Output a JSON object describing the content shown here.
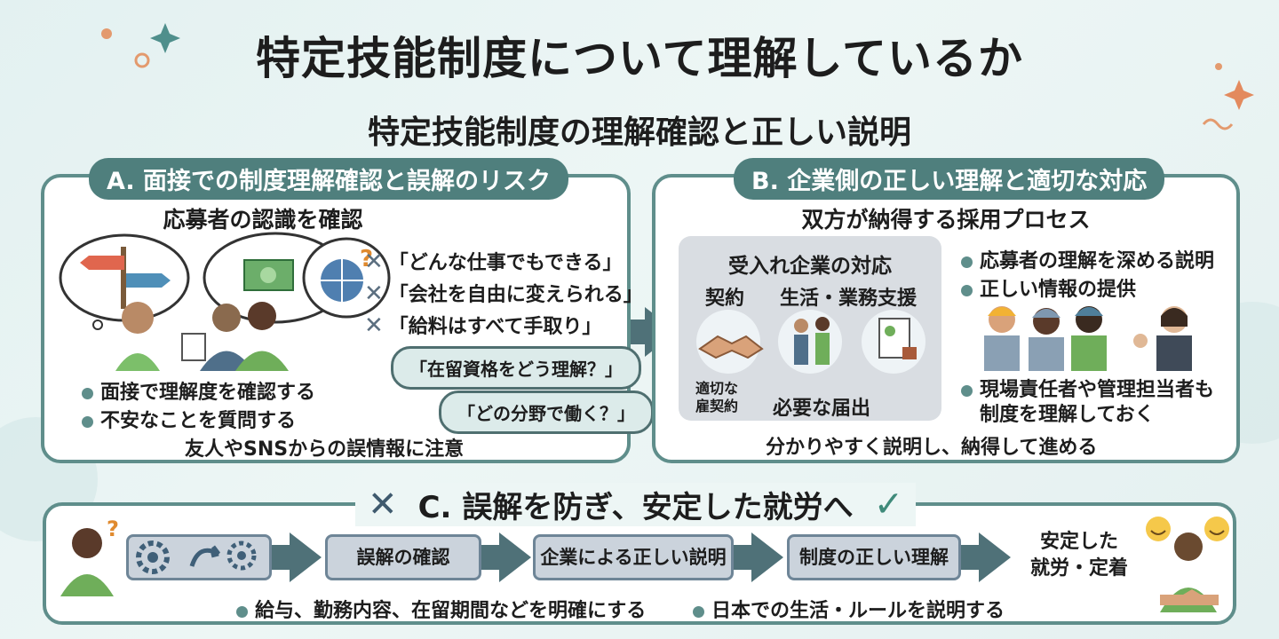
{
  "header": {
    "title": "特定技能制度について理解しているか",
    "subtitle": "特定技能制度の理解確認と正しい説明"
  },
  "section_a": {
    "tag": "A. 面接での制度理解確認と誤解のリスク",
    "heading": "応募者の認識を確認",
    "misconceptions": [
      "「どんな仕事でもできる」",
      "「会社を自由に変えられる」",
      "「給料はすべて手取り」"
    ],
    "questions": [
      "「在留資格をどう理解？」",
      "「どの分野で働く？」"
    ],
    "bullets": [
      "面接で理解度を確認する",
      "不安なことを質問する"
    ],
    "footer": "友人やSNSからの誤情報に注意"
  },
  "section_b": {
    "tag": "B. 企業側の正しい理解と適切な対応",
    "heading": "双方が納得する採用プロセス",
    "company_box": {
      "title": "受入れ企業の対応",
      "label_contract": "契約",
      "label_support": "生活・業務支援",
      "caption_contract_1": "適切な",
      "caption_contract_2": "雇契約",
      "caption_filing": "必要な届出"
    },
    "bullets": [
      "応募者の理解を深める説明",
      "正しい情報の提供"
    ],
    "bullet_staff_1": "現場責任者や管理担当者も",
    "bullet_staff_2": "制度を理解しておく",
    "footer": "分かりやすく説明し、納得して進める"
  },
  "section_c": {
    "tag": "C. 誤解を防ぎ、安定した就労へ",
    "steps": [
      "誤解の確認",
      "企業による正しい説明",
      "制度の正しい理解"
    ],
    "result_1": "安定した",
    "result_2": "就労・定着",
    "bullets": [
      "給与、勤務内容、在留期間などを明確にする",
      "日本での生活・ルールを説明する"
    ]
  },
  "colors": {
    "accent": "#4f7f7d",
    "panel_border": "#5f8e8b",
    "background": "#e3f1f1",
    "arrow": "#4f7178"
  },
  "icons": [
    "cross-icon",
    "check-icon",
    "gear-icon",
    "handshake-icon",
    "document-icon",
    "money-icon",
    "globe-icon",
    "question-icon",
    "signpost-icon",
    "smile-icon",
    "sparkle-icon"
  ]
}
